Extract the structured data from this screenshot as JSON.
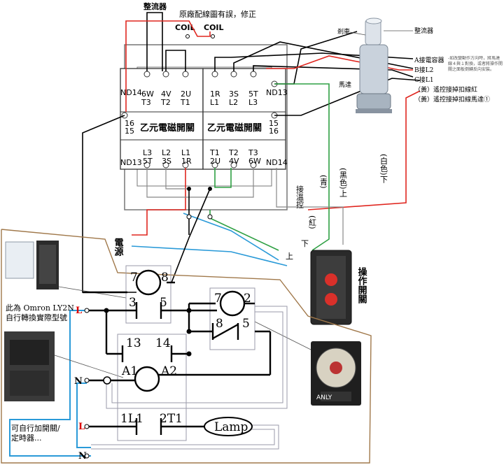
{
  "top_labels": {
    "rectifier": "整流器",
    "note": "原廠配線圖有誤，修正",
    "coil_left": "COIL",
    "coil_right": "COIL"
  },
  "contactor": {
    "left_top_terminals": [
      "6W\nT3",
      "4V\nT2",
      "2U\nT1"
    ],
    "right_top_terminals": [
      "1R\nL1",
      "3S\nL2",
      "5T\nL3"
    ],
    "left_bottom_terminals": [
      "L3\n5T",
      "L2\n3S",
      "L1\n1R"
    ],
    "right_bottom_terminals": [
      "T1\n2U",
      "T2\n4V",
      "T3\n6W"
    ],
    "side_nd14_top": "ND14",
    "side_nd13_top": "ND13",
    "side_16_left": "16",
    "side_15_left": "15",
    "side_15_right": "15",
    "side_16_right": "16",
    "side_nd13_bottom": "ND13",
    "side_nd14_bottom": "ND14",
    "name_left": "乙元電磁開關",
    "name_right": "乙元電磁開關"
  },
  "motor_labels": {
    "brake": "剎車",
    "rectifier": "整流器",
    "motor": "馬達",
    "items": [
      "A接電容器",
      "B接L2",
      "C接L1"
    ],
    "yellow1": "（黃）遙控接掉扣線紅",
    "yellow2": "（黃）遙控接掉扣線馬達①",
    "side_note": "-如改變動作方向時，將馬達線４與１對換，或者將操作開關之面板倒轉反向安裝。"
  },
  "switch_labels": {
    "blue": "(青)",
    "black_up": "(黑色)上",
    "white_down": "(白色)下",
    "temp": "接溫控",
    "red": "(紅)",
    "up": "上",
    "down": "下",
    "power": "電源",
    "op_switch": "操作開關"
  },
  "ladder": {
    "relay_note_1": "此為 Omron LY2N",
    "relay_note_2": "自行轉換實際型號",
    "addon_note_1": "可自行加開關/",
    "addon_note_2": "定時器...",
    "L": "L",
    "N": "N",
    "L2": "L",
    "N2": "N",
    "r1_coil_left": "7",
    "r1_coil_right": "8",
    "r1_contact_left": "3",
    "r1_contact_right": "5",
    "timer_coil_left": "7",
    "timer_coil_right": "2",
    "timer_contact_left": "8",
    "timer_contact_right": "5",
    "hold_left": "13",
    "hold_right": "14",
    "coil_a1": "A1",
    "coil_a2": "A2",
    "main_left": "1L1",
    "main_right": "2T1",
    "lamp": "Lamp",
    "timer_brand": "ANLY"
  },
  "colors": {
    "red_wire": "#e0261f",
    "blue_wire": "#2a9ad8",
    "green_wire": "#2ea043",
    "brown_border": "#a0784a",
    "black": "#000000"
  }
}
